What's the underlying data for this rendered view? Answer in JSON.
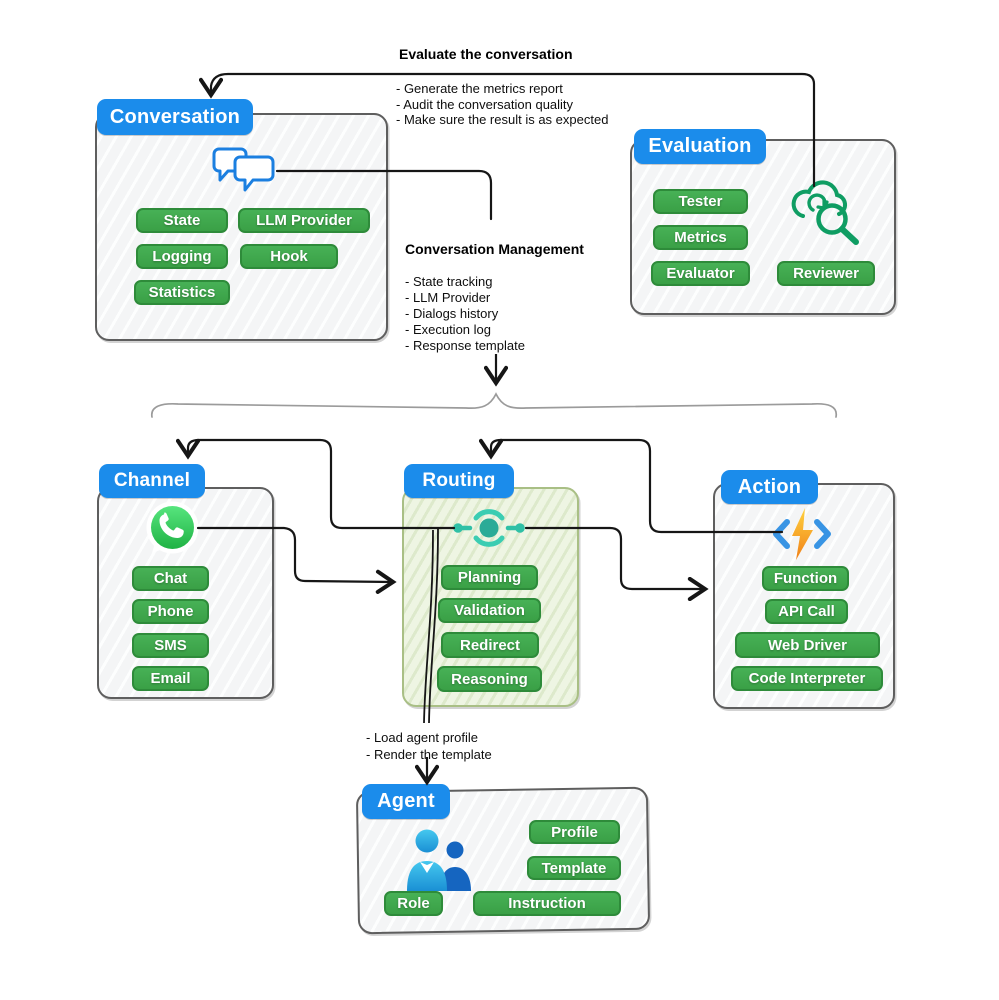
{
  "notes": {
    "evaluate": {
      "title": "Evaluate the conversation",
      "lines": [
        "- Generate the metrics report",
        "- Audit the conversation quality",
        "- Make sure the result is as expected"
      ]
    },
    "management": {
      "title": "Conversation Management",
      "lines": [
        "- State tracking",
        "- LLM Provider",
        "- Dialogs history",
        "- Execution log",
        "- Response template"
      ]
    },
    "agent": {
      "lines": [
        "- Load agent profile",
        "- Render the template"
      ]
    }
  },
  "boxes": {
    "conversation": {
      "title": "Conversation",
      "icon": "chat-bubbles-icon",
      "pills": [
        "State",
        "LLM Provider",
        "Logging",
        "Hook",
        "Statistics"
      ]
    },
    "evaluation": {
      "title": "Evaluation",
      "icon": "cloud-search-icon",
      "pills": [
        "Tester",
        "Metrics",
        "Evaluator",
        "Reviewer"
      ]
    },
    "channel": {
      "title": "Channel",
      "icon": "whatsapp-icon",
      "pills": [
        "Chat",
        "Phone",
        "SMS",
        "Email"
      ]
    },
    "routing": {
      "title": "Routing",
      "icon": "hub-icon",
      "pills": [
        "Planning",
        "Validation",
        "Redirect",
        "Reasoning"
      ]
    },
    "action": {
      "title": "Action",
      "icon": "lightning-bolt-icon",
      "pills": [
        "Function",
        "API Call",
        "Web Driver",
        "Code Interpreter"
      ]
    },
    "agent": {
      "title": "Agent",
      "icon": "people-icon",
      "pills": [
        "Profile",
        "Template",
        "Role",
        "Instruction"
      ]
    }
  },
  "colors": {
    "header_blue": "#1b8ceb",
    "pill_green": "#3fa94c",
    "pill_border_green": "#2e8b3a",
    "connector_black": "#161616",
    "brace_gray": "#9b9b9b",
    "routing_teal": "#35c9ae",
    "whatsapp_green": "#25d366",
    "evaluation_icon_green": "#0f9d63",
    "bolt_yellow": "#ffd23f",
    "bolt_orange": "#f08018",
    "chevron_blue": "#3894e4",
    "person_light_blue": "#2fb3e8",
    "person_dark_blue": "#1565c0"
  }
}
